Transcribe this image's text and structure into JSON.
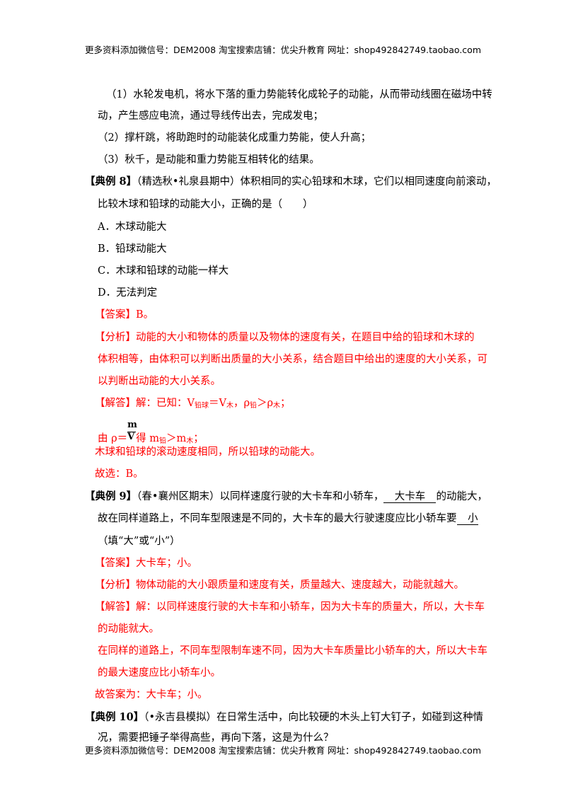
{
  "header": "更多资料添加微信号：DEM2008   淘宝搜索店铺：优尖升教育  网址：shop492842749.taobao.com",
  "footer": "更多资料添加微信号：DEM2008   淘宝搜索店铺：优尖升教育  网址：shop492842749.taobao.com",
  "intro": {
    "p1a": "（1）水轮发电机，将水下落的重力势能转化成轮子的动能，从而带动线圈在磁场中转",
    "p1b": "动，产生感应电流，通过导线传出去，完成发电；",
    "p2": "（2）撑杆跳，将助跑时的动能装化成重力势能，使人升高；",
    "p3": "（3）秋千，是动能和重力势能互相转化的结果。"
  },
  "ex8": {
    "tag": "【典例 8】",
    "q1": "（精选秋•礼泉县期中）体积相同的实心铅球和木球，它们以相同速度向前滚动，",
    "q2": "比较木球和铅球的动能大小，正确的是（　　）",
    "options": [
      "A．木球动能大",
      "B．铅球动能大",
      "C．木球和铅球的动能一样大",
      "D．无法判定"
    ],
    "answer_tag": "【答案】",
    "answer": "B。",
    "analysis_tag": "【分析】",
    "analysis1": "动能的大小和物体的质量以及物体的速度有关，在题目中给的铅球和木球的",
    "analysis2": "体积相等，由体积可以判断出质量的大小关系，结合题目中给出的速度的大小关系，可",
    "analysis3": "以判断出动能的大小关系。",
    "solution_tag": "【解答】",
    "sol1_pre": "解：已知：V",
    "sol1_sub1": "铅球",
    "sol1_mid": "＝V",
    "sol1_sub2": "木",
    "sol1_mid2": "，ρ",
    "sol1_sub3": "铅",
    "sol1_mid3": "＞ρ",
    "sol1_sub4": "木",
    "sol1_end": "；",
    "sol2_pre": "由 ρ＝",
    "frac_num": "m",
    "frac_den": "V",
    "sol2_mid": "得 m",
    "sol2_sub1": "铅",
    "sol2_mid2": "＞m",
    "sol2_sub2": "木",
    "sol2_end": "；",
    "sol3": "木球和铅球的滚动速度相同，所以铅球的动能大。",
    "sol4": "故选：B。"
  },
  "ex9": {
    "tag": "【典例 9】",
    "q1_pre": "（春•襄州区期末）以同样速度行驶的大卡车和小轿车，",
    "blank1": "大卡车",
    "q1_post": "的动能大，",
    "q2_pre": "故在同样道路上，不同车型限速是不同的，大卡车的最大行驶速度应比小轿车要",
    "blank2": "小",
    "q3": "（填“大”或“小”）",
    "answer_tag": "【答案】",
    "answer": "大卡车；小。",
    "analysis_tag": "【分析】",
    "analysis": "物体动能的大小跟质量和速度有关，质量越大、速度越大，动能就越大。",
    "solution_tag": "【解答】",
    "sol1": "解：以同样速度行驶的大卡车和小轿车，因为大卡车的质量大，所以，大卡车",
    "sol2": "的动能就大。",
    "sol3": "在同样的道路上，不同车型限制车速不同，因为大卡车质量比小轿车的大，所以大卡车",
    "sol4": "的最大速度应比小轿车小。",
    "sol5": "故答案为：大卡车；小。"
  },
  "ex10": {
    "tag": "【典例 10】",
    "q1": "（•永吉县模拟）在日常生活中，向比较硬的木头上钉大钉子，如碰到这种情",
    "q2": "况，需要把锤子举得高些，再向下落，这是为什么？"
  }
}
